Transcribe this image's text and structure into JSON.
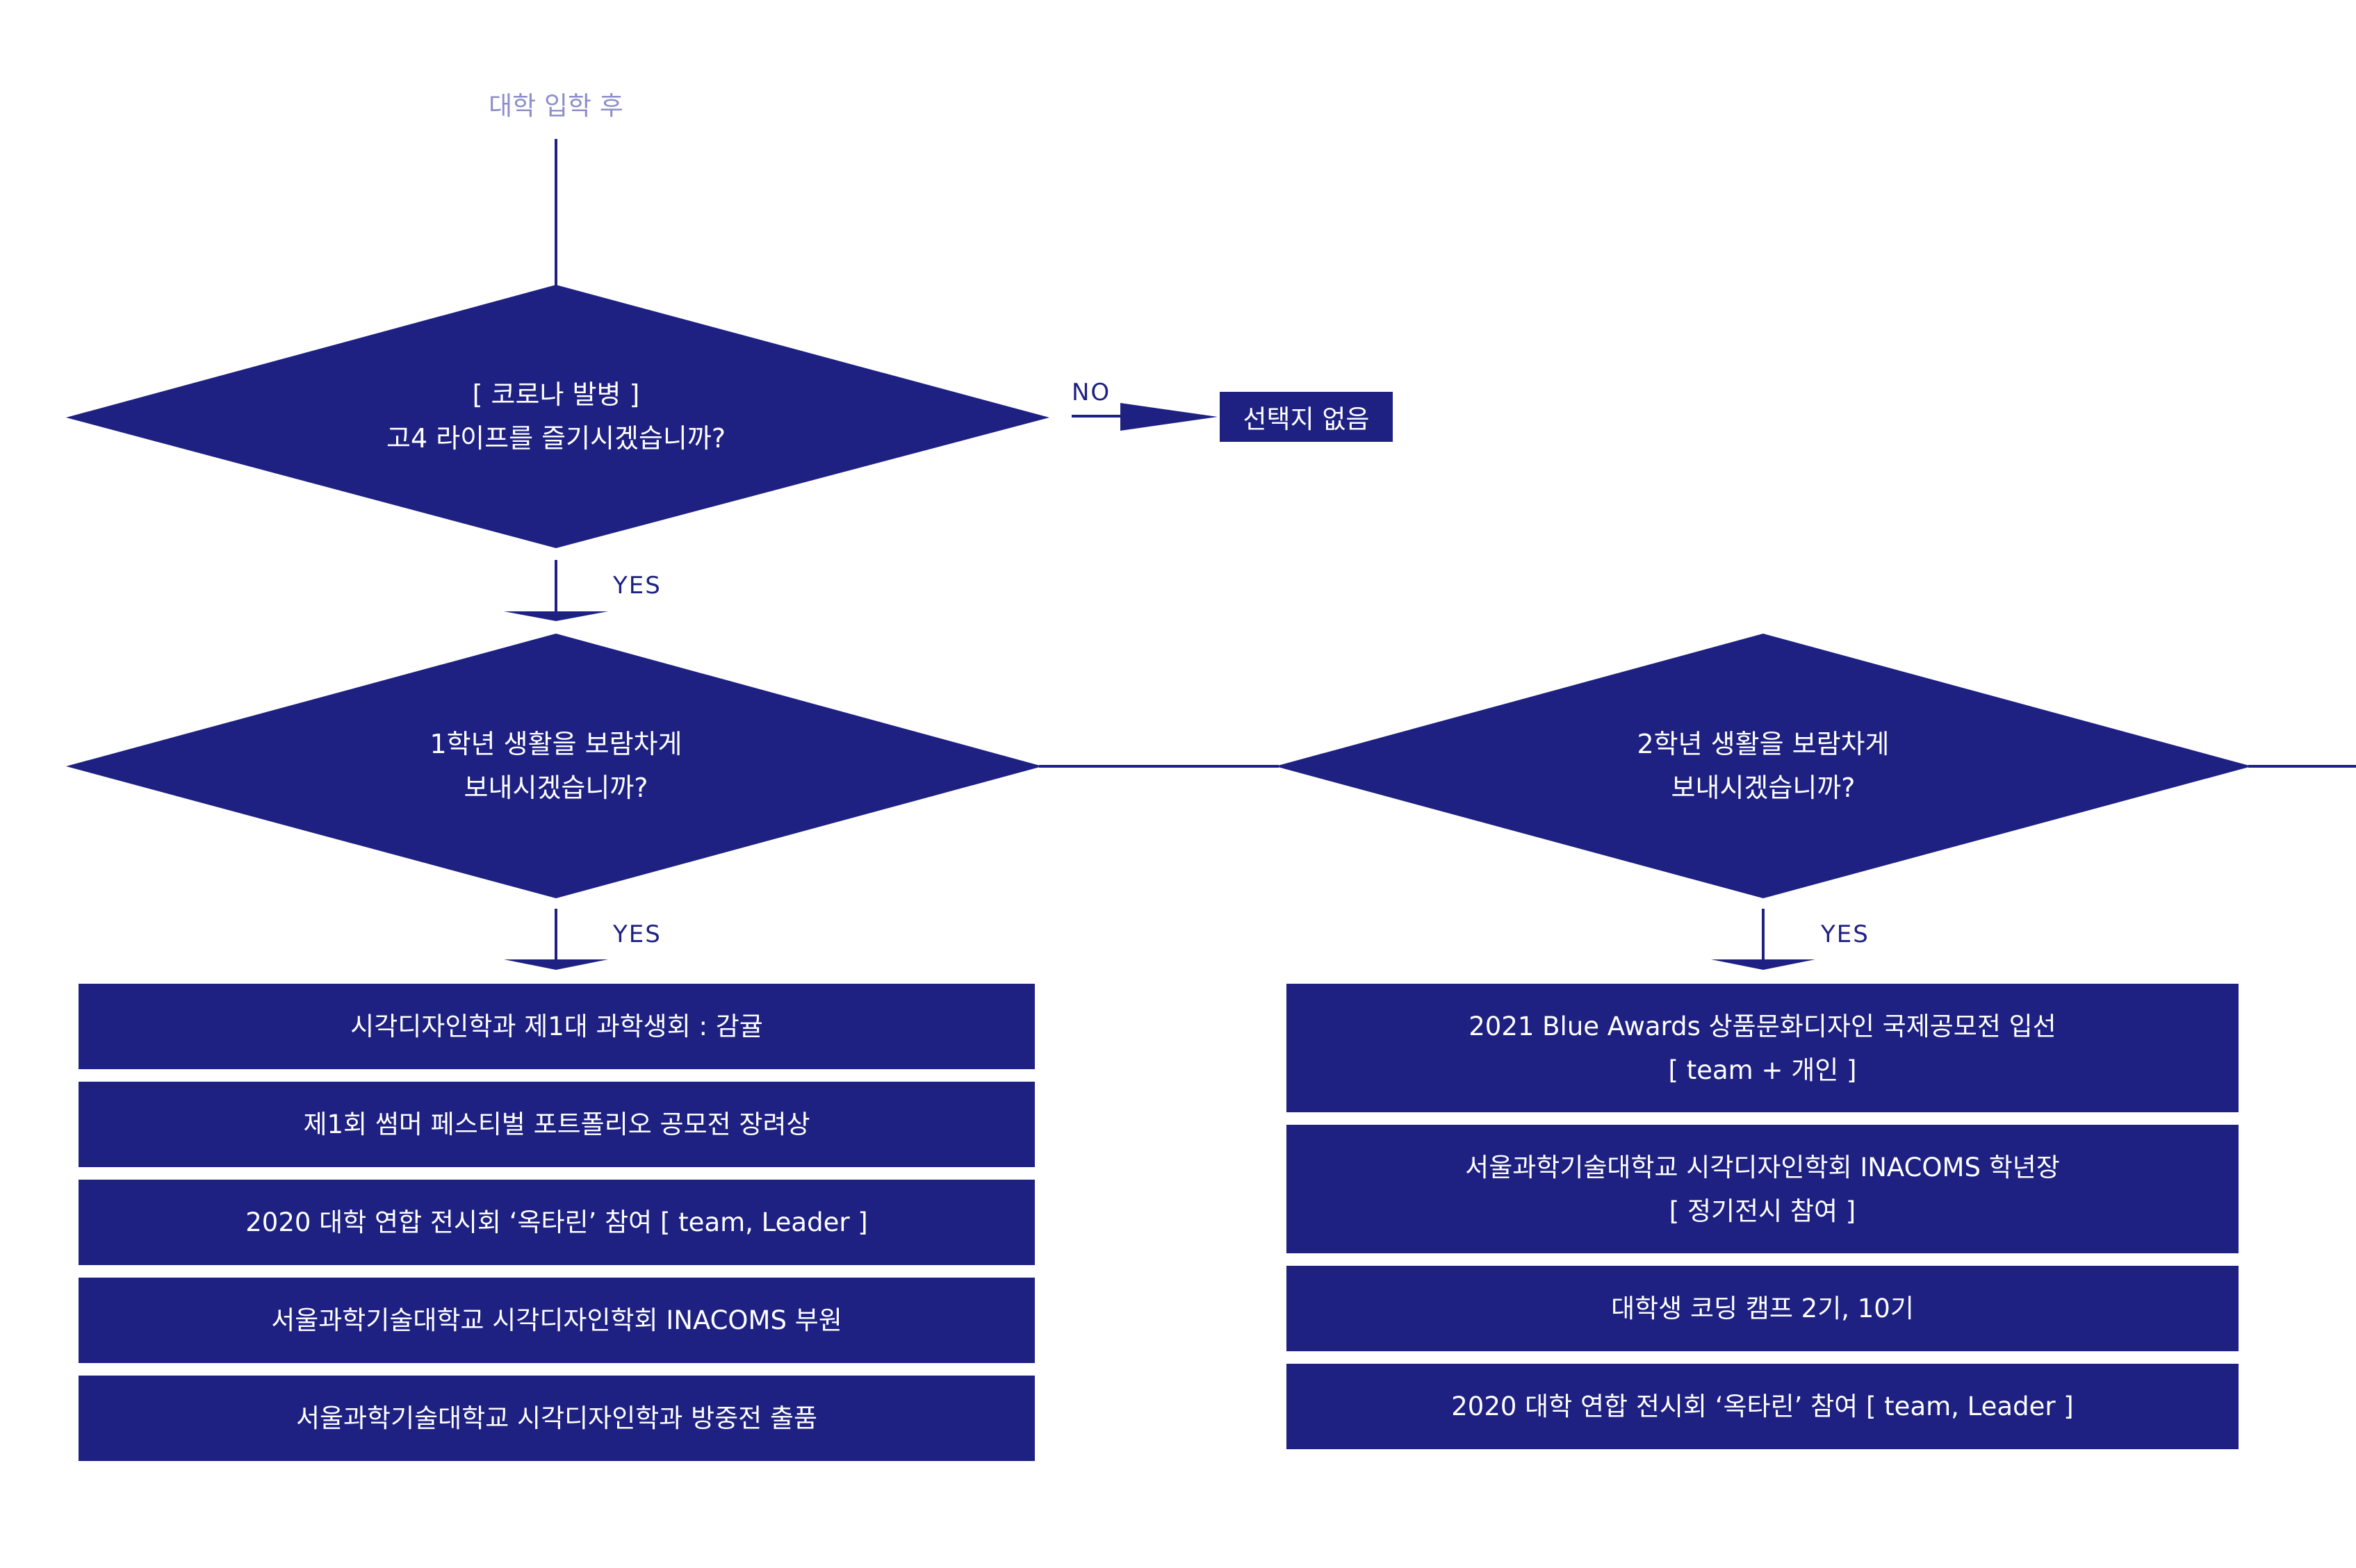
{
  "start": {
    "label": "대학 입학 후"
  },
  "decision_covid": {
    "line1": "[ 코로나 발병 ]",
    "line2": "고4 라이프를 즐기시겠습니까?",
    "no_label": "NO",
    "yes_label": "YES",
    "no_result": "선택지 없음"
  },
  "decision_year1": {
    "line1": "1학년 생활을 보람차게",
    "line2": "보내시겠습니까?",
    "yes_label": "YES",
    "items": [
      {
        "line1": "시각디자인학과 제1대 과학생회 : 감귤"
      },
      {
        "line1": "제1회 썸머 페스티벌 포트폴리오 공모전 장려상"
      },
      {
        "line1": "2020 대학 연합 전시회 ‘옥타린’ 참여 [ team, Leader ]"
      },
      {
        "line1": "서울과학기술대학교 시각디자인학회 INACOMS 부원"
      },
      {
        "line1": "서울과학기술대학교 시각디자인학과 방중전 출품"
      }
    ]
  },
  "decision_year2": {
    "line1": "2학년 생활을 보람차게",
    "line2": "보내시겠습니까?",
    "yes_label": "YES",
    "items": [
      {
        "line1": "2021 Blue Awards 상품문화디자인 국제공모전 입선",
        "line2": "[ team + 개인 ]"
      },
      {
        "line1": "서울과학기술대학교 시각디자인학회 INACOMS 학년장",
        "line2": "[ 정기전시 참여 ]"
      },
      {
        "line1": "대학생 코딩 캠프 2기, 10기"
      },
      {
        "line1": "2020 대학 연합 전시회 ‘옥타린’ 참여 [ team, Leader ]"
      }
    ]
  },
  "colors": {
    "primary": "#1e2182",
    "start_label": "#8d8fc9",
    "text_on_primary": "#ffffff"
  }
}
